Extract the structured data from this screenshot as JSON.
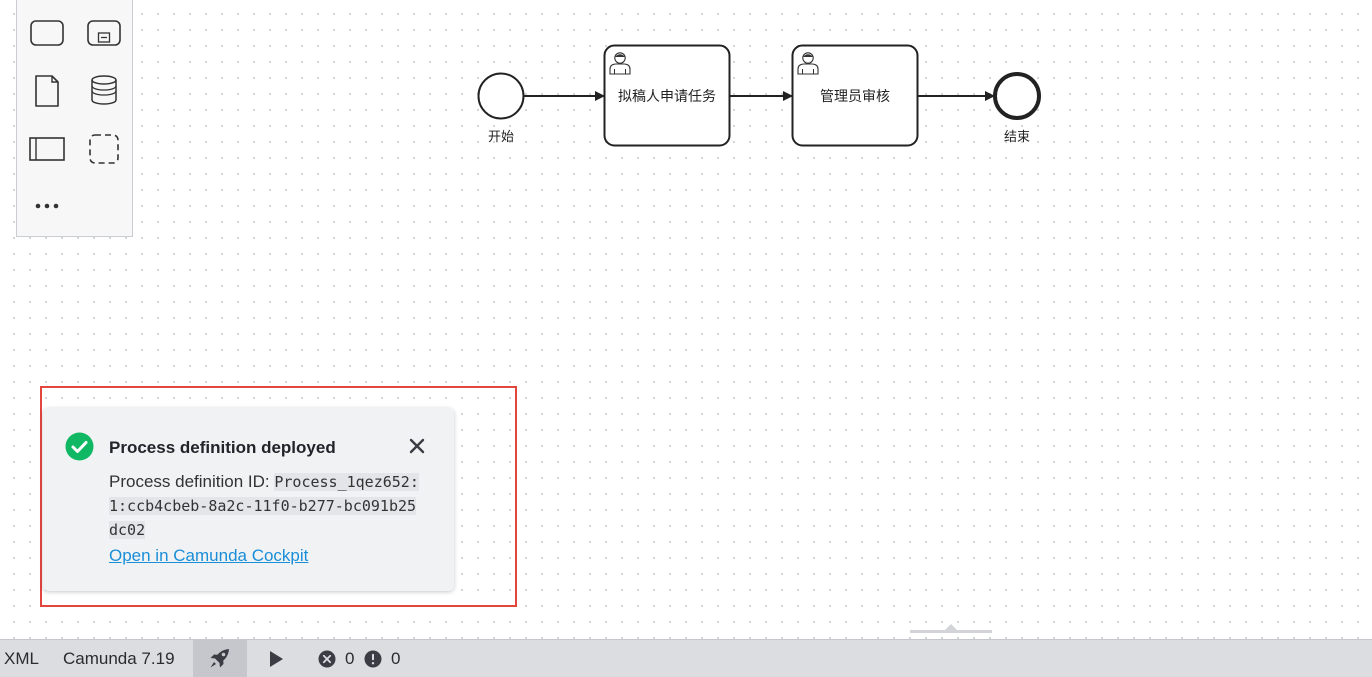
{
  "palette": {
    "tools": [
      {
        "name": "task-tool-icon"
      },
      {
        "name": "subprocess-tool-icon"
      },
      {
        "name": "data-object-tool-icon"
      },
      {
        "name": "data-store-tool-icon"
      },
      {
        "name": "pool-tool-icon"
      },
      {
        "name": "group-tool-icon"
      },
      {
        "name": "more-tools-icon"
      }
    ]
  },
  "diagram": {
    "start_event": {
      "label": "开始"
    },
    "task1": {
      "label": "拟稿人申请任务"
    },
    "task2": {
      "label": "管理员审核"
    },
    "end_event": {
      "label": "结束"
    }
  },
  "notification": {
    "title": "Process definition deployed",
    "id_label": "Process definition ID: ",
    "id_value": "Process_1qez652:1:ccb4cbeb-8a2c-11f0-b277-bc091b25dc02",
    "link_text": "Open in Camunda Cockpit",
    "success_color": "#10b863"
  },
  "statusbar": {
    "xml_label": "XML",
    "engine_label": "Camunda 7.19",
    "error_count": "0",
    "warning_count": "0"
  }
}
